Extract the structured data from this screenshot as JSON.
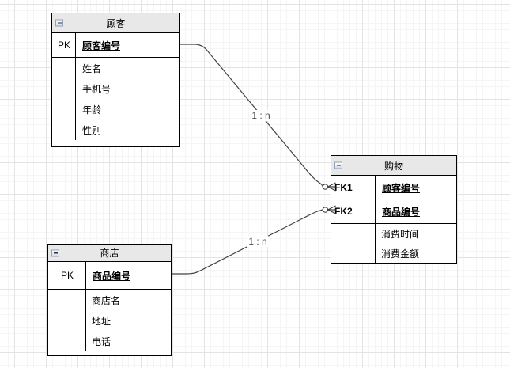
{
  "diagram": {
    "entities": [
      {
        "title": "顾客",
        "keys": [
          {
            "label": "PK",
            "field": "顾客编号"
          }
        ],
        "attributes": [
          "姓名",
          "手机号",
          "年龄",
          "性别"
        ]
      },
      {
        "title": "购物",
        "keys": [
          {
            "label": "FK1",
            "field": "顾客编号"
          },
          {
            "label": "FK2",
            "field": "商品编号"
          }
        ],
        "attributes": [
          "消费时间",
          "消费金额"
        ]
      },
      {
        "title": "商店",
        "keys": [
          {
            "label": "PK",
            "field": "商品编号"
          }
        ],
        "attributes": [
          "商店名",
          "地址",
          "电话"
        ]
      }
    ],
    "relationships": [
      {
        "from": "顾客",
        "to": "购物",
        "label": "1 : n",
        "cardinality": "zero-to-many"
      },
      {
        "from": "商店",
        "to": "购物",
        "label": "1 : n",
        "cardinality": "zero-to-many"
      }
    ],
    "colors": {
      "header_bg": "#e8e8e8",
      "table_border": "#000000",
      "edge_stroke": "#424242",
      "grid_major": "#e3e3e3",
      "grid_minor": "#f5f5f5",
      "canvas_bg": "#ffffff"
    }
  }
}
